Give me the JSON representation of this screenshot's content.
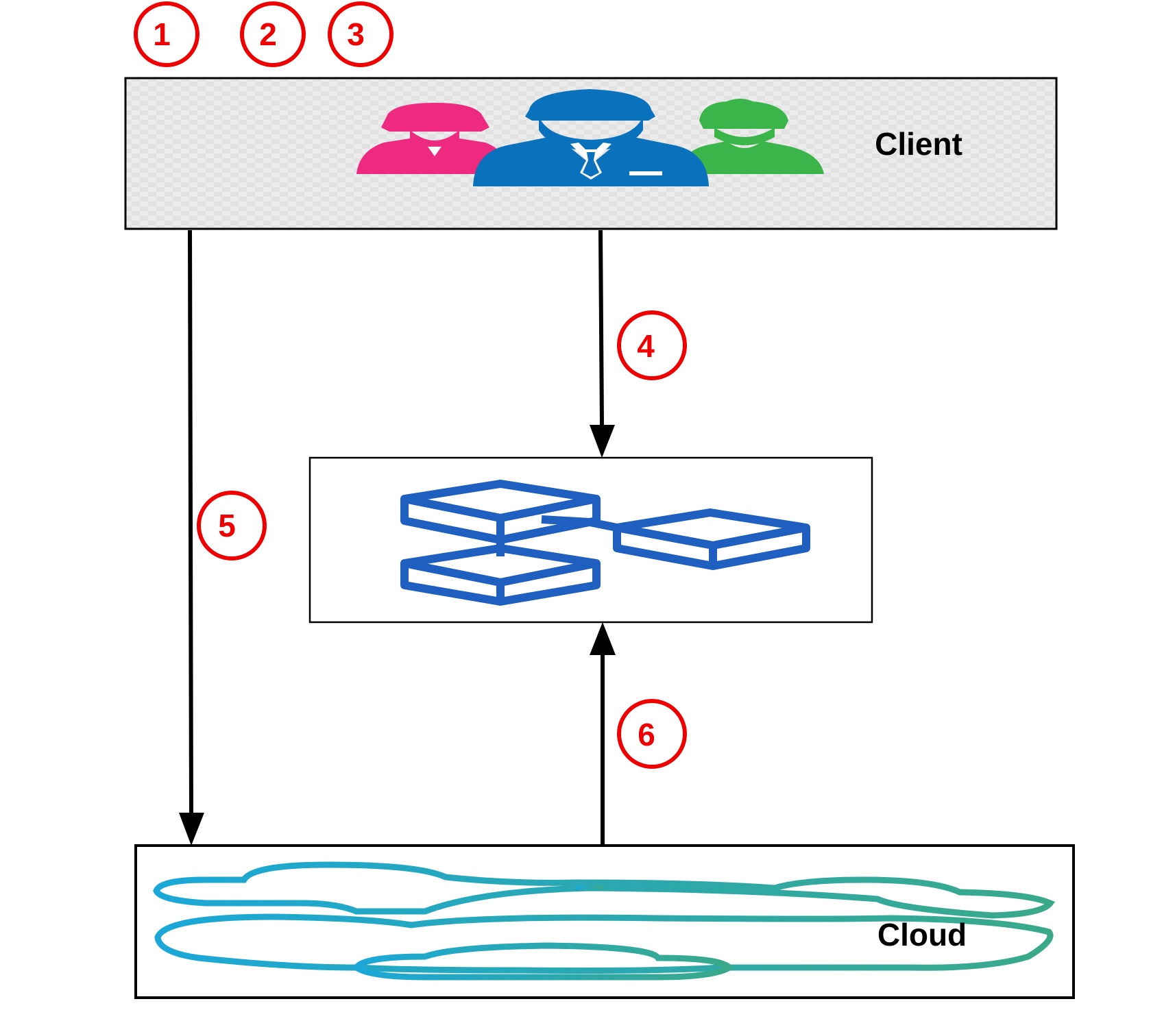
{
  "client": {
    "label": "Client",
    "people_icons": [
      "woman-user-icon",
      "man-user-icon",
      "boy-user-icon"
    ],
    "colors": {
      "woman": "#ee2980",
      "man": "#0a72bd",
      "boy": "#3bb54a"
    }
  },
  "blockchain": {
    "icon": "blocks-network-icon",
    "color": "#1e5fbf"
  },
  "cloud": {
    "label": "Cloud",
    "icon": "cloud-outline-icon",
    "colors": {
      "start": "#1ba8d8",
      "end": "#3aa98a"
    }
  },
  "steps": [
    "1",
    "2",
    "3",
    "4",
    "5",
    "6"
  ],
  "colors": {
    "step_marker": "#ee0000",
    "arrow": "#000000"
  }
}
